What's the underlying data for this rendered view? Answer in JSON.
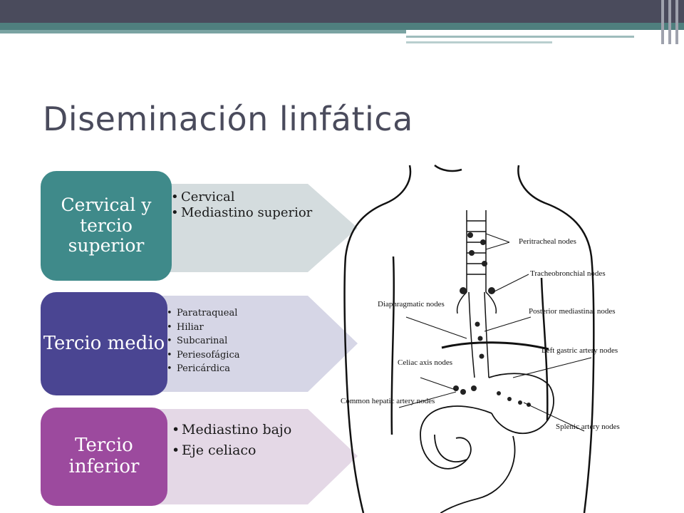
{
  "title": "Diseminación linfática",
  "groups": [
    {
      "heading": "Cervical y tercio superior",
      "color": "#3f8a8a",
      "arrow_color": "#d4dcde",
      "items": [
        "Cervical",
        "Mediastino superior"
      ]
    },
    {
      "heading": "Tercio medio",
      "color": "#4a4592",
      "arrow_color": "#d6d6e6",
      "items": [
        "Paratraqueal",
        "Hiliar",
        "Subcarinal",
        "Periesofágica",
        "Pericárdica"
      ]
    },
    {
      "heading": "Tercio inferior",
      "color": "#9c4a9e",
      "arrow_color": "#e4d8e6",
      "items": [
        "Mediastino bajo",
        "Eje celiaco"
      ]
    }
  ],
  "figure": {
    "labels": {
      "peritracheal": "Peritracheal nodes",
      "tracheobronchial": "Tracheobronchial nodes",
      "diaphragmatic": "Diaphragmatic nodes",
      "posterior_mediastinal": "Posterior mediastinal nodes",
      "celiac_axis": "Celiac axis nodes",
      "left_gastric": "Left gastric artery nodes",
      "common_hepatic": "Common hepatic artery nodes",
      "splenic": "Splenic artery nodes"
    }
  }
}
